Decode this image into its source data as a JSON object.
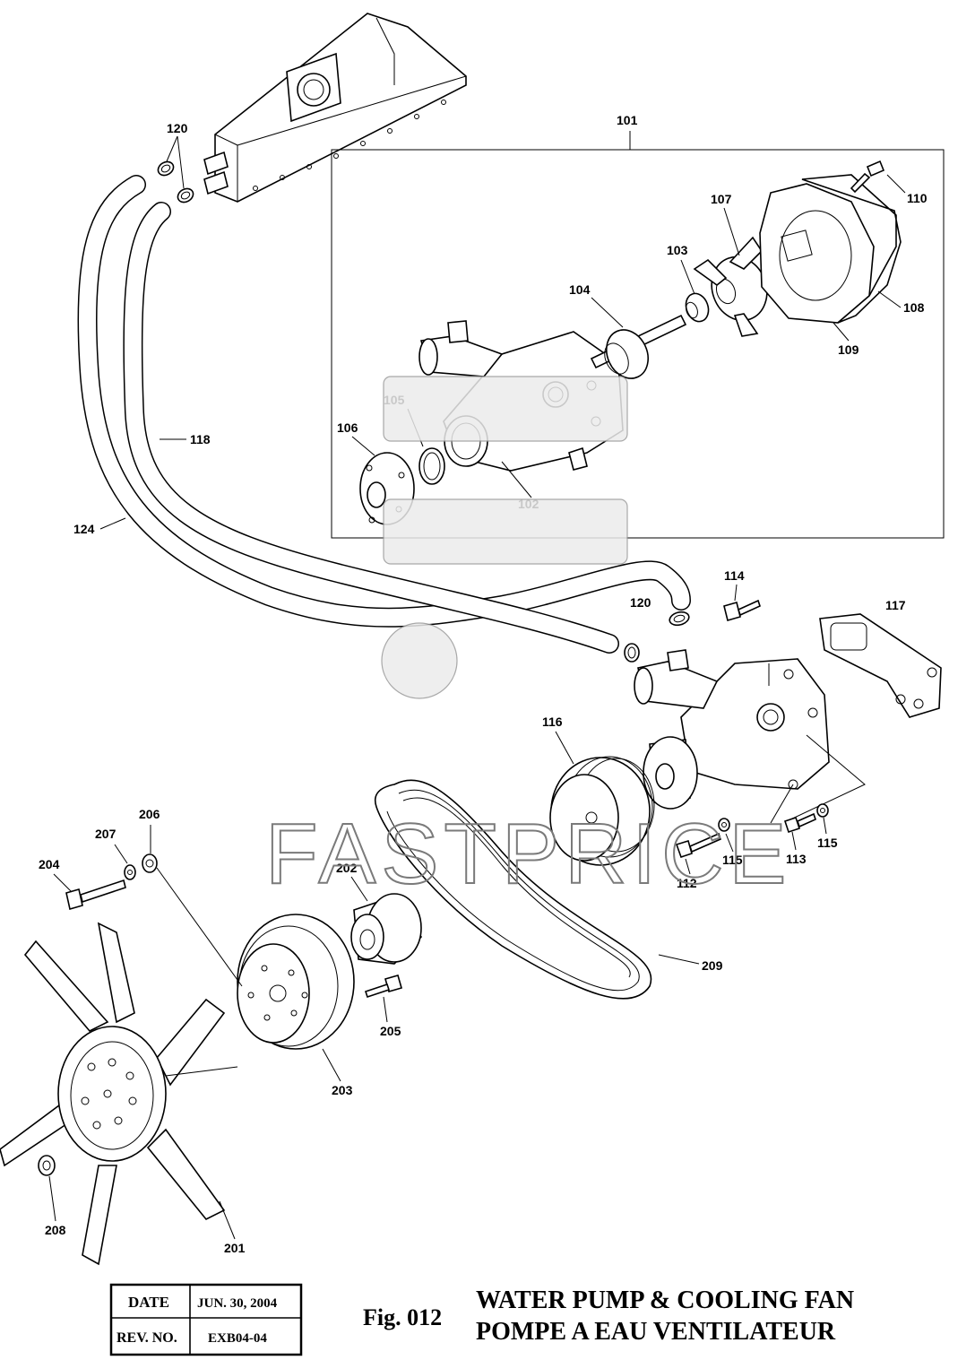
{
  "callouts": {
    "c101": "101",
    "c102": "102",
    "c103": "103",
    "c104": "104",
    "c105": "105",
    "c106": "106",
    "c107": "107",
    "c108": "108",
    "c109": "109",
    "c110": "110",
    "c112": "112",
    "c113": "113",
    "c114": "114",
    "c115a": "115",
    "c115b": "115",
    "c116": "116",
    "c117": "117",
    "c118": "118",
    "c120a": "120",
    "c120b": "120",
    "c124": "124",
    "c201": "201",
    "c202": "202",
    "c203": "203",
    "c204": "204",
    "c205": "205",
    "c206": "206",
    "c207": "207",
    "c208": "208",
    "c209": "209"
  },
  "watermark": "FASTPRICE",
  "title_block": {
    "date_label": "DATE",
    "date_value": "JUN. 30, 2004",
    "rev_label": "REV. NO.",
    "rev_value": "EXB04-04"
  },
  "figure": {
    "number": "Fig. 012",
    "title_en": "WATER PUMP & COOLING FAN",
    "title_fr": "POMPE A EAU VENTILATEUR"
  }
}
